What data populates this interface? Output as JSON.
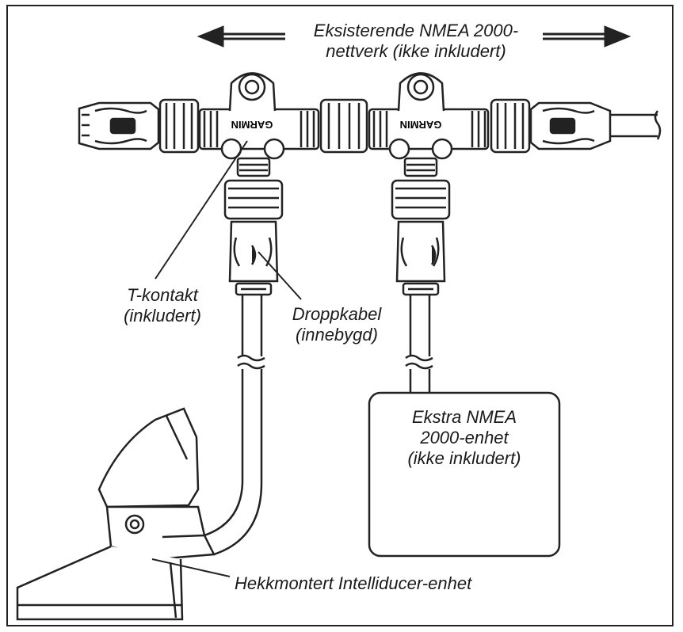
{
  "header": {
    "network_line1": "Eksisterende NMEA 2000-",
    "network_line2": "nettverk (ikke inkludert)"
  },
  "connectors": {
    "brand_left": "GARMIN",
    "brand_right": "GARMIN"
  },
  "labels": {
    "tconnector_line1": "T-kontakt",
    "tconnector_line2": "(inkludert)",
    "dropcable_line1": "Droppkabel",
    "dropcable_line2": "(innebygd)",
    "device_line1": "Ekstra NMEA",
    "device_line2": "2000-enhet",
    "device_line3": "(ikke inkludert)",
    "transducer": "Hekkmontert Intelliducer-enhet"
  }
}
